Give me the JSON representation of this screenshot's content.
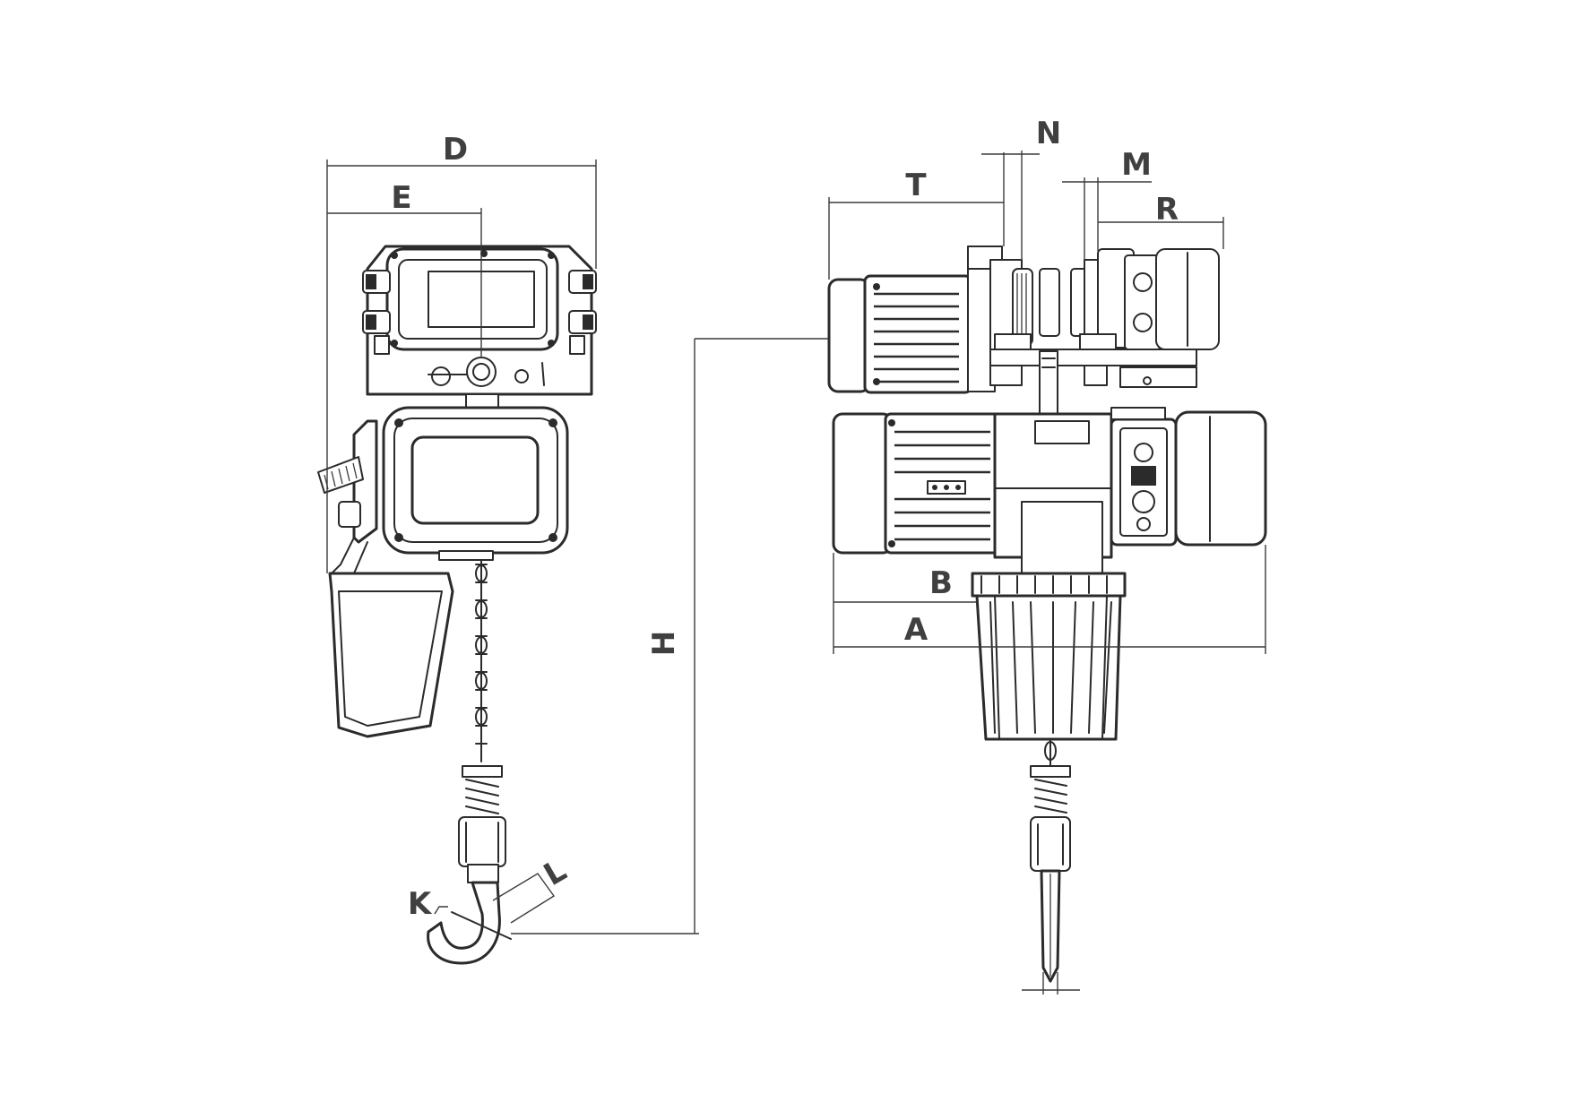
{
  "dimension_labels": {
    "D": "D",
    "E": "E",
    "H": "H",
    "K": "K",
    "L": "L",
    "T": "T",
    "N": "N",
    "M": "M",
    "R": "R",
    "A": "A",
    "B": "B"
  },
  "colors": {
    "line": "#2b2b2b",
    "label": "#404040",
    "background": "#ffffff"
  }
}
